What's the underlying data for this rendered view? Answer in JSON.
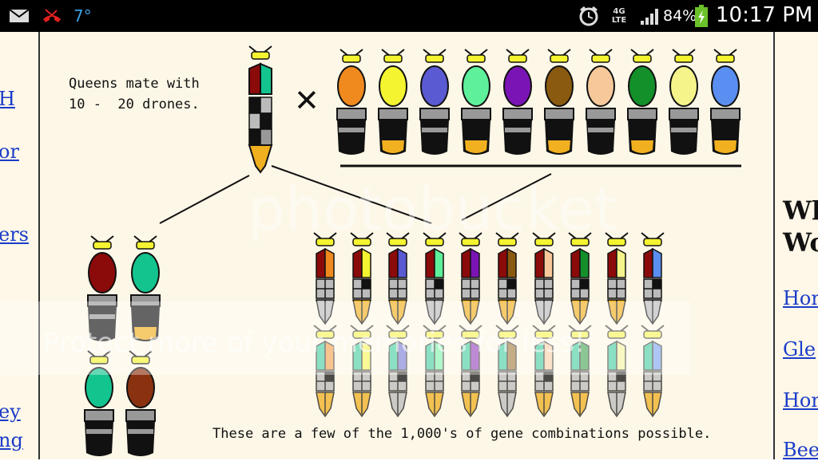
{
  "status_bar": {
    "temperature": "7°",
    "network": "4G LTE",
    "battery": "84%",
    "time": "10:17 PM",
    "icons": [
      "mail-icon",
      "missed-call-icon",
      "alarm-icon",
      "signal-icon",
      "battery-charging-icon"
    ]
  },
  "left_links": [
    "H",
    "or",
    "ers",
    "ey",
    "ng"
  ],
  "diagram": {
    "queen_text": "Queens mate with\n10 -  20 drones.",
    "cross": "✕",
    "caption": "These are a few of the 1,000's of gene combinations possible.",
    "colors": {
      "queen": "#8b0a0a",
      "queen_half": "#14c48e",
      "drones": [
        "#f08a1e",
        "#f4f430",
        "#5a5ad2",
        "#5ef09a",
        "#7a14b4",
        "#8a5a10",
        "#f6c89a",
        "#14902a",
        "#f4f48a",
        "#5a8ef0"
      ],
      "workers_left": [
        "#8b0a0a",
        "#14c48e",
        "#14c48e",
        "#8a3210"
      ]
    }
  },
  "watermark": {
    "text": "photobucket",
    "banner": "Protect more of your memories for less!"
  },
  "right_column": {
    "heading": "Wh\nWo",
    "links": [
      "Hon",
      "Gle",
      "Hon",
      "Bee"
    ]
  }
}
